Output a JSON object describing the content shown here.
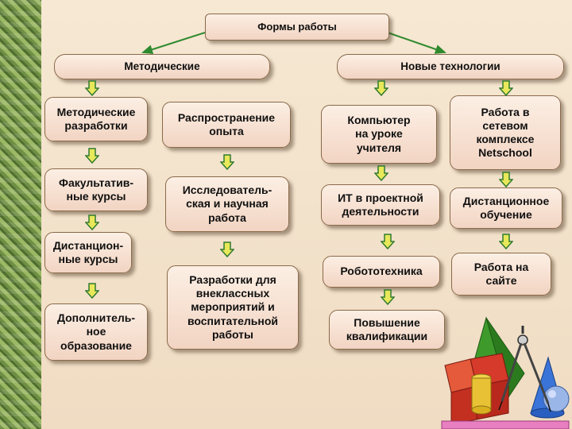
{
  "root": "Формы работы",
  "categories": {
    "left": "Методические",
    "right": "Новые технологии"
  },
  "column1": [
    "Методические\nразработки",
    "Факультатив-\nные курсы",
    "Дистанцион-\nные  курсы",
    "Дополнитель-\nное\nобразование"
  ],
  "column2": [
    "Распространение\nопыта",
    "Исследователь-\nская и научная\nработа",
    "Разработки для\nвнеклассных\nмероприятий и\nвоспитательной\nработы"
  ],
  "column3": [
    "Компьютер\nна уроке\nучителя",
    "ИТ в проектной\nдеятельности",
    "Робототехника",
    "Повышение\nквалификации"
  ],
  "column4": [
    "Работа в\nсетевом\nкомплексе\nNetschool",
    "Дистанционное\nобучение",
    "Работа на\nсайте"
  ],
  "colors": {
    "box_fill_top": "#fcefe4",
    "box_fill_bottom": "#f2d4c2",
    "box_border": "#8a6a4a",
    "arrow_fill": "#e8e85a",
    "arrow_stroke": "#2f7a2f",
    "connector": "#2f8a2f"
  },
  "decoration": "geometric-shapes-with-compass-illustration"
}
